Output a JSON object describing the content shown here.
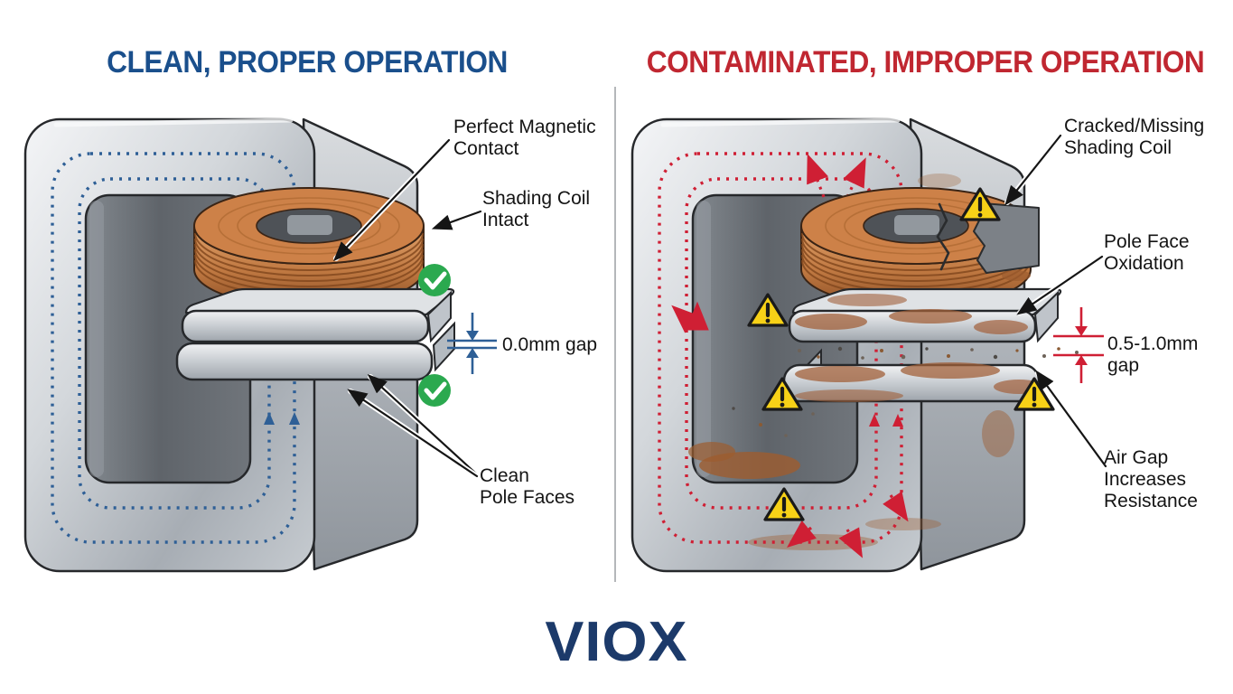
{
  "colors": {
    "title_blue": "#1a4f8c",
    "title_red": "#c02731",
    "flux_blue": "#2e5f96",
    "flux_red": "#cf1f34",
    "check_green": "#2ba94f",
    "warning_yellow": "#f7d117",
    "copper": "#c17a45",
    "rust": "#9d5c2f",
    "brand_navy": "#1c3a6a"
  },
  "left_panel": {
    "title": "CLEAN, PROPER OPERATION",
    "labels": {
      "contact": "Perfect Magnetic\nContact",
      "coil": "Shading Coil\nIntact",
      "gap": "0.0mm gap",
      "poles": "Clean\nPole Faces"
    },
    "status_icon": "check-circle",
    "check_count": 2
  },
  "right_panel": {
    "title": "CONTAMINATED, IMPROPER OPERATION",
    "labels": {
      "coil": "Cracked/Missing\nShading Coil",
      "poles": "Pole Face\nOxidation",
      "gap": "0.5-1.0mm\ngap",
      "air_gap": "Air Gap\nIncreases\nResistance"
    },
    "status_icon": "warning-triangle",
    "warning_count": 5
  },
  "footer": {
    "brand": "VIOX"
  }
}
